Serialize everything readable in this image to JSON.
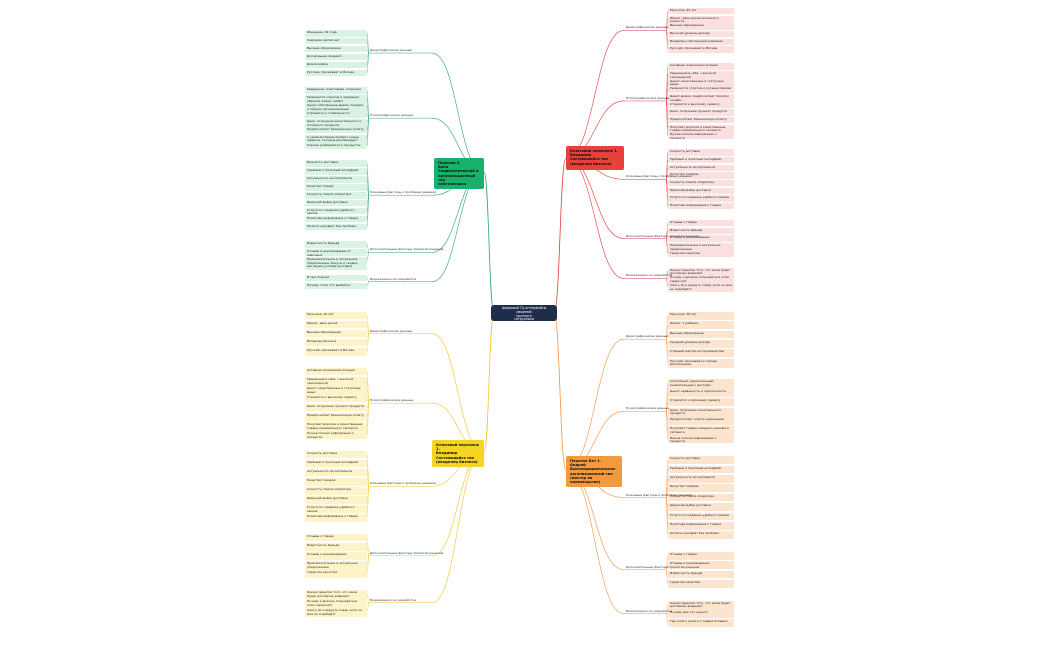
{
  "central": {
    "label": "Цифровой ТЦ интерфейсы решений\nкрупного\nсотрудники",
    "color": "#1f2d4a"
  },
  "colors": {
    "green": "#2ba56e",
    "red": "#e53935",
    "yellow": "#f7c325",
    "orange": "#f4913a"
  },
  "personas": [
    {
      "id": "green",
      "title": "Персона 2.\nАнна\nСоциологический и\nорганизационный тип\nсобственника",
      "box": {
        "color": "#18b16c"
      },
      "line": "#2ba56e",
      "tint": "#d9f2e4",
      "sections": [
        {
          "label": "Демографические данные",
          "items": [
            "Женщина, 34 года",
            "Замужем, детей нет",
            "Высшее образование",
            "Доход выше среднего",
            "Домохозяйка",
            "Русская, проживает в Москве"
          ]
        },
        {
          "label": "Психографические данные",
          "items": [
            "Уверенная, позитивная, открытая",
            "Увлекается спортом и здоровым образом жизни, любит путешествовать и посещать выставки",
            "Ценит собственное время, порядок и хорошо организованные процессы",
            "Стремится к стабильности",
            "Цель: получение качественного и полезного продукта",
            "Предпочитает безналичную оплату",
            "С удовольствием пробует новые сервисы, которые рекомендуют знакомые, но сомневается в качестве",
            "Хорошо разбирается в продуктах"
          ]
        },
        {
          "label": "Ключевые факторы и проблемы решения",
          "items": [
            "Важность доставки",
            "Удобный и понятный интерфейс",
            "Актуальность ассортимента",
            "Качество товара",
            "Скорость ответа оператора",
            "Широкий выбор доставки",
            "Услуга по созданию удобного заказа",
            "Понятная информация о товаре",
            "Оплата и возврат без проблем"
          ]
        },
        {
          "label": "Дополнительные факторы принятия решения",
          "items": [
            "Известность бренда",
            "Отзывы и рекомендации от знакомых",
            "Привлекательное и актуальное предложение, бонусы и скидки, выгодные условия доставки"
          ]
        },
        {
          "label": "Возражения и их разработка",
          "items": [
            "В чем польза?",
            "Почему стоит это выбрать?"
          ]
        }
      ]
    },
    {
      "id": "red",
      "title": "Ключевой персонаж 1.\nВладимир\nСостоявшийся тип\n(владелец бизнеса)",
      "box": {
        "color": "#e8403a"
      },
      "line": "#e53935",
      "tint": "#fbe0e0",
      "sections": [
        {
          "label": "Демографические данные",
          "items": [
            "Мужчина, 45 лет",
            "Женат, двое детей школьного возраста",
            "Высшее образование",
            "Высокий уровень дохода",
            "Владелец собственной компании",
            "Русский, проживает в Москве"
          ]
        },
        {
          "label": "Психографические данные",
          "items": [
            "Активная жизненная позиция",
            "Уверенный в себе, с высокой самооценкой",
            "Ценит качественные и статусные вещи",
            "Увлекается спортом и путешествиями",
            "Ценит время, предпочитает покупки онлайн",
            "Стремится к высокому сервису",
            "Цель: получение лучшего продукта",
            "Предпочитает безналичную оплату",
            "Покупает дорогие и качественные товары премиального сегмента",
            "Нужна полная информация о продукте"
          ]
        },
        {
          "label": "Ключевые факторы и проблемы решения",
          "items": [
            "Скорость доставки",
            "Удобный и понятный интерфейс",
            "Актуальность ассортимента",
            "Качество товаров",
            "Скорость ответа оператора",
            "Широкий выбор доставки",
            "Услуга по созданию удобного заказа",
            "Понятная информация о товаре"
          ]
        },
        {
          "label": "Дополнительные факторы принятия решения",
          "items": [
            "Отзывы о товаре",
            "Известность бренда",
            "Отзывы и рекомендации",
            "Привлекательное и актуальное предложение",
            "Гарантия качества"
          ]
        },
        {
          "label": "Возражения и их разработка",
          "items": [
            "Какие гарантии того, что заказ будет доставлен вовремя?",
            "Почему я должен пользоваться этим сервисом?",
            "Смогу ли я вернуть товар, если он мне не подойдёт?"
          ]
        }
      ]
    },
    {
      "id": "yellow",
      "title": "Ключевой персонаж 1.\nВладимир\nСостоявшийся тип\n(владелец бизнеса)",
      "box": {
        "color": "#f5d423"
      },
      "line": "#f7c325",
      "tint": "#fdf3c8",
      "sections": [
        {
          "label": "Демографические данные",
          "items": [
            "Мужчина, 45 лет",
            "Женат, двое детей",
            "Высшее образование",
            "Владелец бизнеса",
            "Русский, проживает в Москве"
          ]
        },
        {
          "label": "Психографические данные",
          "items": [
            "Активная жизненная позиция",
            "Уверенный в себе, с высокой самооценкой",
            "Ценит качественные и статусные вещи",
            "Стремится к высокому сервису",
            "Цель: получение лучшего продукта",
            "Предпочитает безналичную оплату",
            "Покупает дорогие и качественные товары премиального сегмента",
            "Нужна полная информация о продукте"
          ]
        },
        {
          "label": "Ключевые факторы и проблемы решения",
          "items": [
            "Скорость доставки",
            "Удобный и понятный интерфейс",
            "Актуальность ассортимента",
            "Качество товаров",
            "Скорость ответа оператора",
            "Широкий выбор доставки",
            "Услуга по созданию удобного заказа",
            "Понятная информация о товаре"
          ]
        },
        {
          "label": "Дополнительные факторы принятия решения",
          "items": [
            "Отзывы о товаре",
            "Известность бренда",
            "Отзывы и рекомендации",
            "Привлекательное и актуальное предложение",
            "Гарантия качества"
          ]
        },
        {
          "label": "Возражения и их разработка",
          "items": [
            "Какие гарантии того, что заказ будет доставлен вовремя?",
            "Почему я должен пользоваться этим сервисом?",
            "Смогу ли я вернуть товар, если он мне не подойдёт?"
          ]
        }
      ]
    },
    {
      "id": "orange",
      "title": "Персона Бет 1.\nАндрей\nВысокорациональное\nорганизованный тип\n(мастер на производстве)",
      "box": {
        "color": "#f49a3e"
      },
      "line": "#f4913a",
      "tint": "#fde4cf",
      "sections": [
        {
          "label": "Демографические данные",
          "items": [
            "Мужчина, 38 лет",
            "Женат, 1 ребёнок",
            "Высшее образование",
            "Средний уровень дохода",
            "Старший мастер на производстве",
            "Русский, проживает в городе-миллионнике"
          ]
        },
        {
          "label": "Психографические данные",
          "items": [
            "Спокойный, рациональный, внимательный к деталям",
            "Ценит надёжность и практичность",
            "Стремится к хорошему сервису",
            "Цель: получение качественного продукта",
            "Предпочитает оплату наличными",
            "Покупает товары среднего ценового сегмента",
            "Важна полная информация о продукте"
          ]
        },
        {
          "label": "Ключевые факторы и проблемы решения",
          "items": [
            "Скорость доставки",
            "Удобный и понятный интерфейс",
            "Актуальность ассортимента",
            "Качество товаров",
            "Скорость ответа оператора",
            "Широкий выбор доставки",
            "Услуга по созданию удобного заказа",
            "Понятная информация о товаре",
            "Оплата и возврат без проблем"
          ]
        },
        {
          "label": "Дополнительные факторы принятия решения",
          "items": [
            "Отзывы о товаре",
            "Отзывы и рекомендации",
            "Известность бренда",
            "Гарантия качества"
          ]
        },
        {
          "label": "Возражения и их разработка",
          "items": [
            "Какие гарантии того, что заказ будет доставлен вовремя?",
            "Почему мне это нужно?",
            "Где я могу узнать о товаре больше?"
          ]
        }
      ]
    }
  ]
}
